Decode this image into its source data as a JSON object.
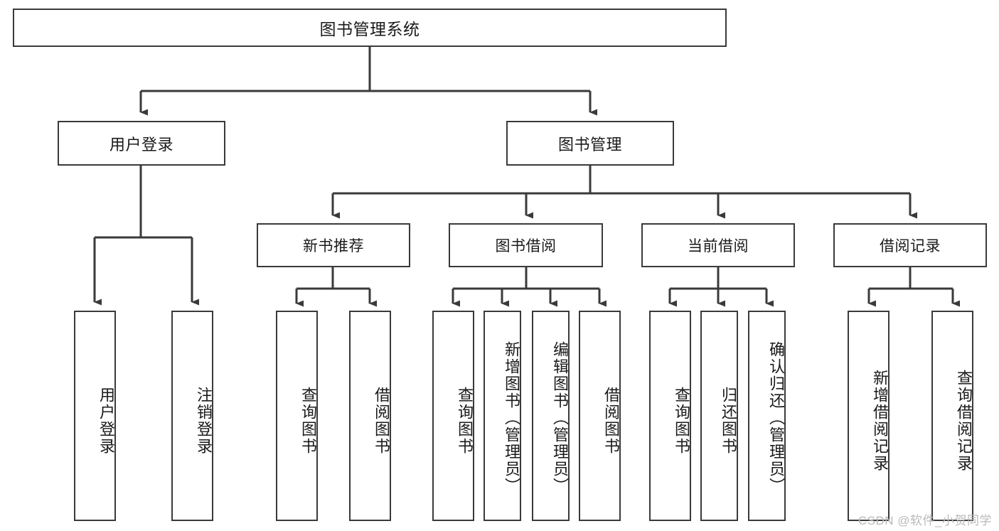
{
  "diagram": {
    "title": "图书管理系统",
    "type": "tree",
    "watermark": "CSDN @软件_小贺同学",
    "colors": {
      "box_border": "#3a3a3a",
      "box_fill": "#ffffff",
      "connector": "#3a3a3a",
      "text": "#1a1a1a",
      "watermark": "#b9b9b9"
    },
    "root": {
      "label": "图书管理系统"
    },
    "tier2": [
      {
        "label": "用户登录"
      },
      {
        "label": "图书管理"
      }
    ],
    "tier3": [
      {
        "label": "新书推荐"
      },
      {
        "label": "图书借阅"
      },
      {
        "label": "当前借阅"
      },
      {
        "label": "借阅记录"
      }
    ],
    "leaves": [
      {
        "label": "用户登录",
        "parent": "用户登录"
      },
      {
        "label": "注销登录",
        "parent": "用户登录"
      },
      {
        "label": "查询图书",
        "parent": "新书推荐"
      },
      {
        "label": "借阅图书",
        "parent": "新书推荐"
      },
      {
        "label": "查询图书",
        "parent": "图书借阅"
      },
      {
        "label": "新增图书（管理员）",
        "parent": "图书借阅"
      },
      {
        "label": "编辑图书（管理员）",
        "parent": "图书借阅"
      },
      {
        "label": "借阅图书",
        "parent": "图书借阅"
      },
      {
        "label": "查询图书",
        "parent": "当前借阅"
      },
      {
        "label": "归还图书",
        "parent": "当前借阅"
      },
      {
        "label": "确认归还（管理员）",
        "parent": "当前借阅"
      },
      {
        "label": "新增借阅记录",
        "parent": "借阅记录"
      },
      {
        "label": "查询借阅记录",
        "parent": "借阅记录"
      }
    ]
  }
}
